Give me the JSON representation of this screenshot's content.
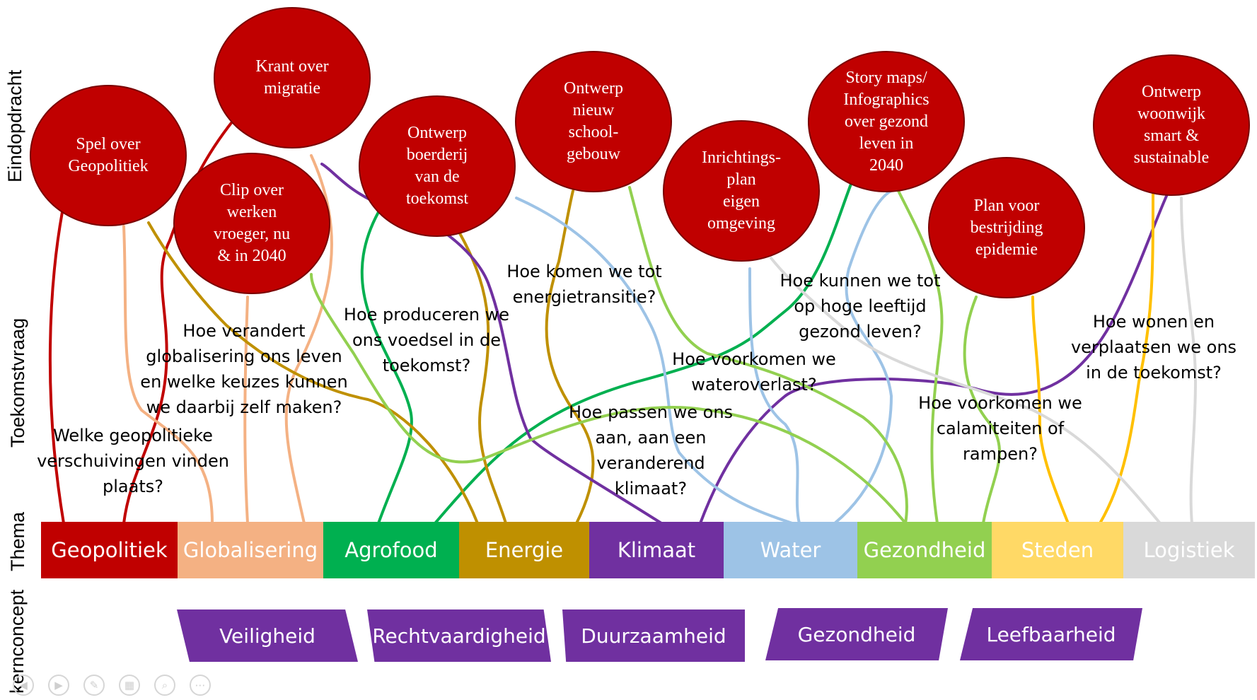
{
  "rows": {
    "eindopdracht": "Eindopdracht",
    "toekomstvraag": "Toekomstvraag",
    "thema": "Thema",
    "kernconcept": "kernconcept"
  },
  "questions": [
    "Welke geopolitieke\nverschuivingen vinden\nplaats?",
    "Hoe verandert\nglobalisering ons leven\nen welke keuzes kunnen\nwe daarbij zelf maken?",
    "Hoe produceren we\nons voedsel in de\ntoekomst?",
    "Hoe komen we tot\nenergietransitie?",
    "Hoe passen we ons\naan, aan een\nveranderend\nklimaat?",
    "Hoe voorkomen we\nwateroverlast?",
    "Hoe kunnen we tot\nop hoge leeftijd\ngezond leven?",
    "Hoe voorkomen we\ncalamiteiten of\nrampen?",
    "Hoe wonen en\nverplaatsen we ons\nin de toekomst?"
  ],
  "assignments": [
    "Spel over\nGeopolitiek",
    "Krant over\nmigratie",
    "Clip over\nwerken\nvroeger, nu\n& in 2040",
    "Ontwerp\nboerderij\nvan de\ntoekomst",
    "Ontwerp\nnieuw\nschool-\ngebouw",
    "Inrichtings-\nplan\neigen\nomgeving",
    "Story maps/\nInfographics\nover gezond\nleven in\n2040",
    "Plan voor\nbestrijding\nepidemie",
    "Ontwerp\nwoonwijk\nsmart &\nsustainable"
  ],
  "themes": [
    {
      "label": "Geopolitiek",
      "color": "#c00000"
    },
    {
      "label": "Globalisering",
      "color": "#f4b183"
    },
    {
      "label": "Agrofood",
      "color": "#00b050"
    },
    {
      "label": "Energie",
      "color": "#bf9000"
    },
    {
      "label": "Klimaat",
      "color": "#7030a0"
    },
    {
      "label": "Water",
      "color": "#9dc3e6"
    },
    {
      "label": "Gezondheid",
      "color": "#92d050"
    },
    {
      "label": "Steden",
      "color": "#ffd966"
    },
    {
      "label": "Logistiek",
      "color": "#d9d9d9"
    }
  ],
  "concepts": [
    "Veiligheid",
    "Rechtvaardigheid",
    "Duurzaamheid",
    "Gezondheid",
    "Leefbaarheid"
  ],
  "controls": [
    "back-icon",
    "play-icon",
    "pen-icon",
    "slides-icon",
    "zoom-icon",
    "more-icon"
  ]
}
